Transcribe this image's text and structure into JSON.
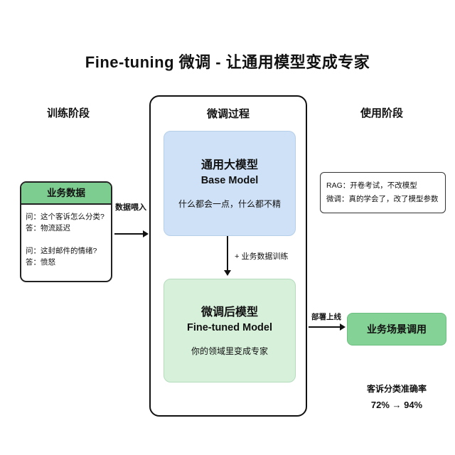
{
  "title": "Fine-tuning 微调 - 让通用模型变成专家",
  "columns": {
    "left": "训练阶段",
    "center": "微调过程",
    "right": "使用阶段"
  },
  "data_box": {
    "header": "业务数据",
    "lines": [
      "问：这个客诉怎么分类?",
      "答：物流延迟",
      "",
      "问：这封邮件的情绪?",
      "答：愤怒"
    ]
  },
  "feed_arrow_label": "数据喂入",
  "base_model": {
    "title": "通用大模型",
    "subtitle": "Base Model",
    "desc": "什么都会一点，什么都不精"
  },
  "train_arrow_label": "+ 业务数据训练",
  "finetuned_model": {
    "title": "微调后模型",
    "subtitle": "Fine-tuned Model",
    "desc": "你的领域里变成专家"
  },
  "rag_note": {
    "line1": "RAG：开卷考试，不改模型",
    "line2": "微调：真的学会了，改了模型参数"
  },
  "deploy_arrow_label": "部署上线",
  "usage_box_label": "业务场景调用",
  "metric": {
    "label": "客诉分类准确率",
    "value": "72% → 94%"
  },
  "colors": {
    "base_model_fill": "#cee1f6",
    "finetuned_model_fill": "#d6f0da",
    "data_header_fill": "#7ecd90",
    "usage_box_fill": "#84d295",
    "text": "#111111"
  }
}
